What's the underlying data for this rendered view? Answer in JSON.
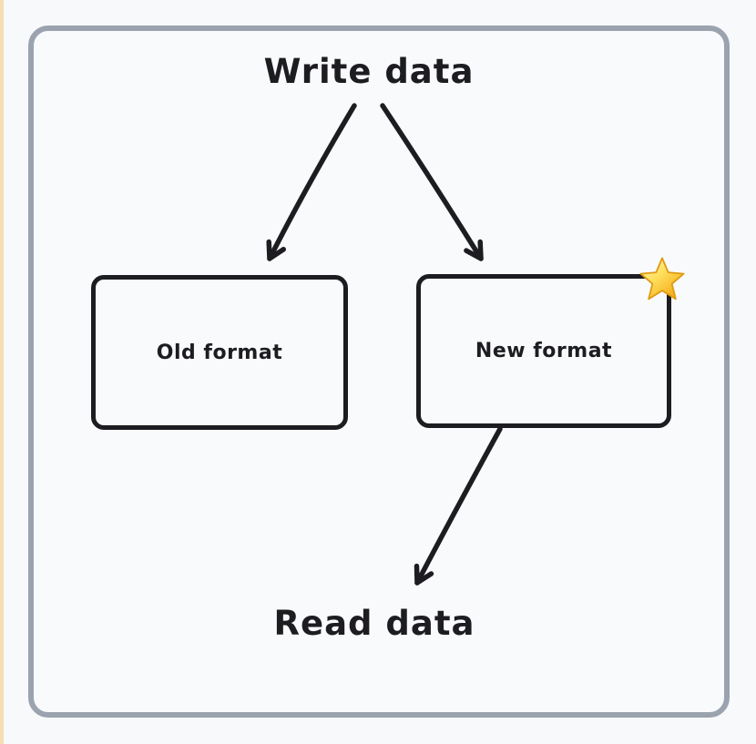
{
  "page": {
    "background_color": "#f8f9fb",
    "left_strip_color": "#f5ddb4",
    "frame_border_color": "#9aa3ae"
  },
  "diagram": {
    "ink_color": "#1d1d21",
    "title": "Write data",
    "footer": "Read data",
    "boxes": [
      {
        "label": "Old format"
      },
      {
        "label": "New format",
        "badge_icon": "star-icon"
      }
    ],
    "connections": [
      {
        "from": "Write data",
        "to": "Old format"
      },
      {
        "from": "Write data",
        "to": "New format"
      },
      {
        "from": "New format",
        "to": "Read data"
      }
    ],
    "star_icon_colors": {
      "fill_light": "#fff3ae",
      "fill_dark": "#f3a50c",
      "outline": "#e09a10"
    }
  }
}
